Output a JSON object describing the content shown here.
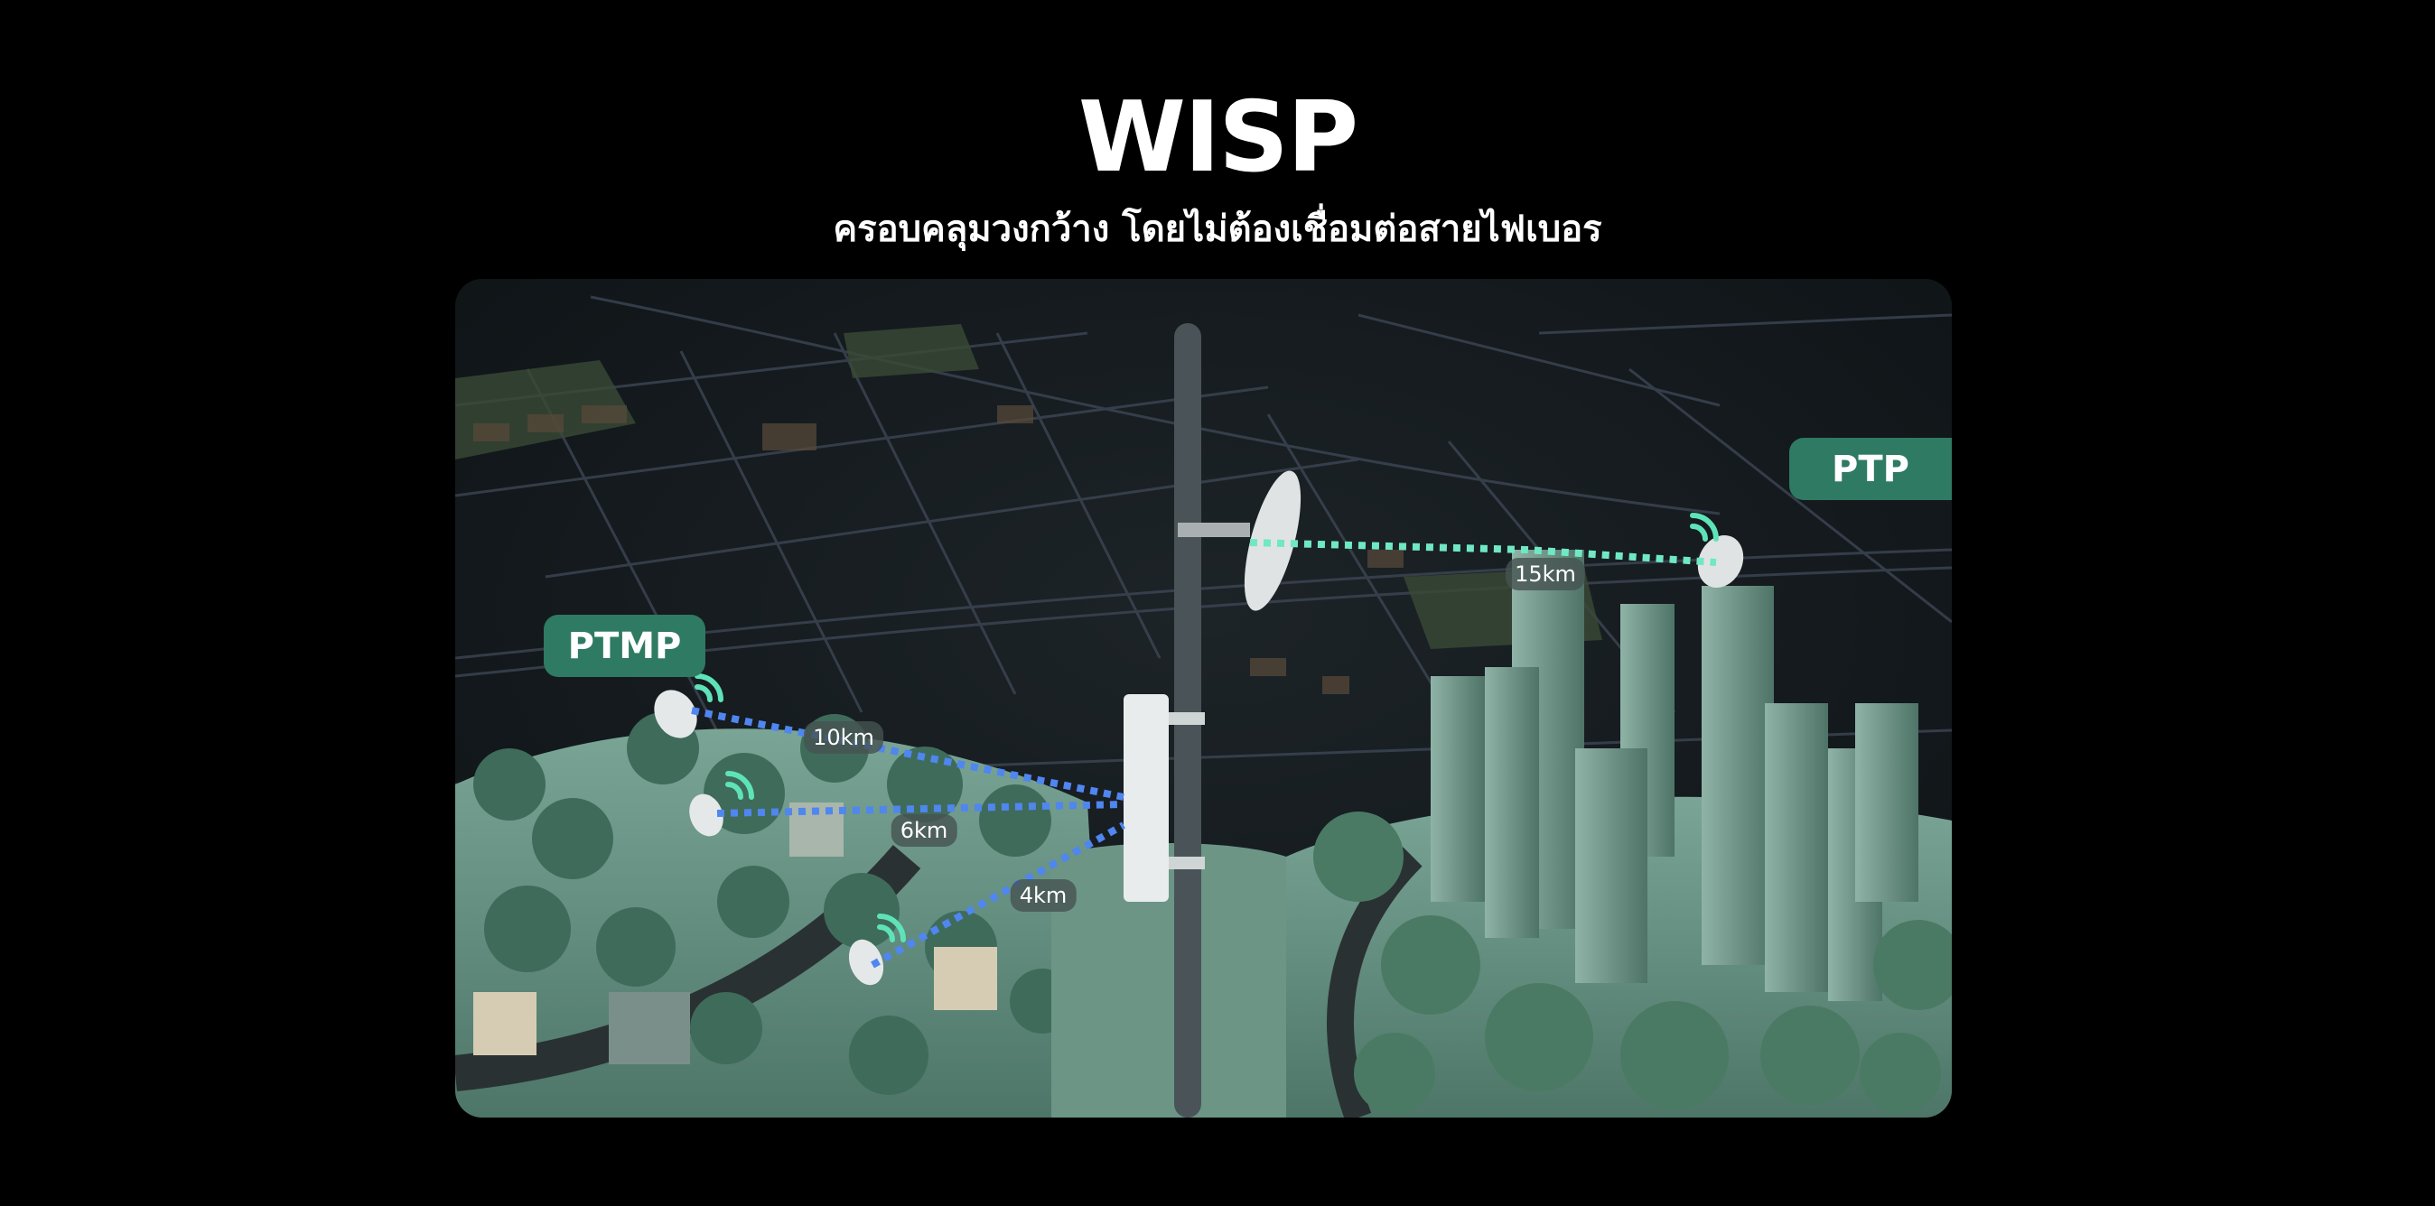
{
  "header": {
    "title": "WISP",
    "subtitle": "ครอบคลุมวงกว้าง โดยไม่ต้องเชื่อมต่อสายไฟเบอร"
  },
  "illustration": {
    "ptmp_label": "PTMP",
    "ptp_label": "PTP",
    "distances": {
      "ptmp_far": "10km",
      "ptmp_mid": "6km",
      "ptmp_near": "4km",
      "ptp": "15km"
    },
    "colors": {
      "tag": "#2f7a62",
      "ptmp_link": "#4f86f0",
      "ptp_link": "#6fe8c3",
      "signal": "#5ee3b8"
    }
  }
}
